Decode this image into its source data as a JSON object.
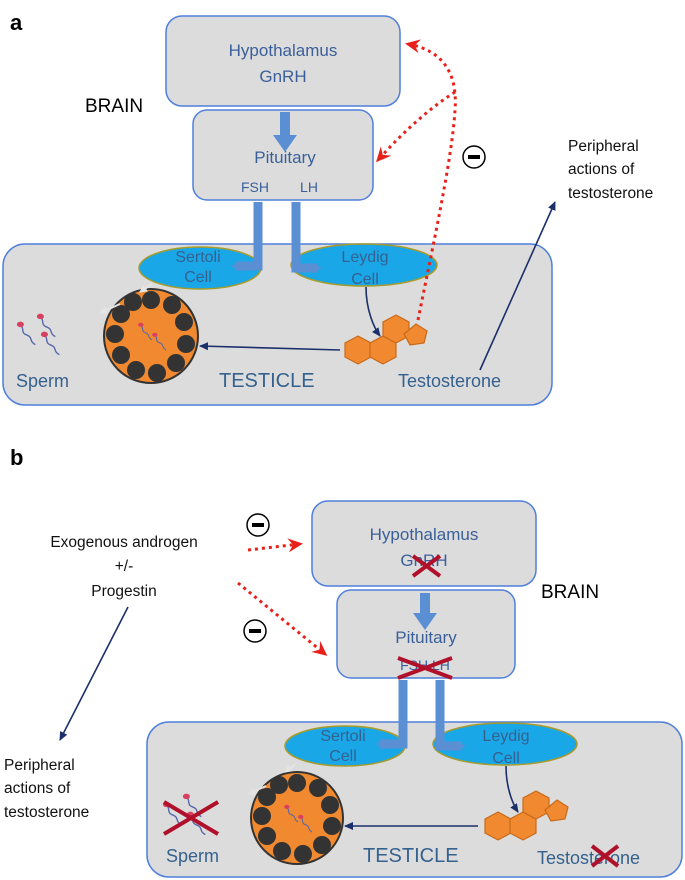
{
  "panel_a": {
    "label": "a",
    "hypothalamus": "Hypothalamus",
    "gnrh": "GnRH",
    "brain": "BRAIN",
    "pituitary": "Pituitary",
    "fsh": "FSH",
    "lh": "LH",
    "sertoli": [
      "Sertoli",
      "Cell"
    ],
    "leydig": [
      "Leydig",
      "Cell"
    ],
    "sperm": "Sperm",
    "testicle": "TESTICLE",
    "testosterone": "Testosterone",
    "peripheral": [
      "Peripheral",
      "actions of",
      "testosterone"
    ],
    "minus": "-"
  },
  "panel_b": {
    "label": "b",
    "exogenous": [
      "Exogenous androgen",
      "+/-",
      "Progestin"
    ],
    "hypothalamus": "Hypothalamus",
    "gnrh": "GnRH",
    "brain": "BRAIN",
    "pituitary": "Pituitary",
    "fsh_lh": "FSH LH",
    "sertoli": [
      "Sertoli",
      "Cell"
    ],
    "leydig": [
      "Leydig",
      "Cell"
    ],
    "sperm": "Sperm",
    "testicle": "TESTICLE",
    "testosterone": "Testosterone",
    "peripheral": [
      "Peripheral",
      "actions of",
      "testosterone"
    ],
    "minus": "-"
  },
  "colors": {
    "box_fill": "#dcdcdc",
    "box_border": "#4f7fdc",
    "cell_fill": "#1aa7e8",
    "feedback_red": "#e8201a",
    "arrow_navy": "#1b2f6b",
    "blue_arrow": "#5b8fd4",
    "cross_red": "#b0102a",
    "hormone_orange": "#f0892f"
  }
}
